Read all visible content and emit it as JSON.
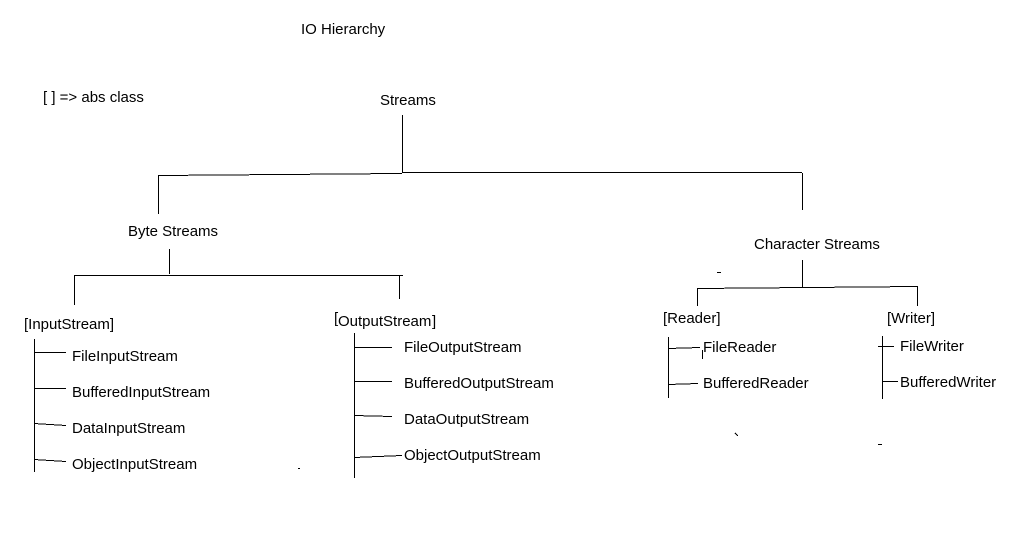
{
  "title": "IO Hierarchy",
  "legend": "[ ] => abs class",
  "root": "Streams",
  "byte_streams": {
    "label": "Byte Streams",
    "input": {
      "label": "[InputStream]",
      "children": [
        "FileInputStream",
        "BufferedInputStream",
        "DataInputStream",
        "ObjectInputStream"
      ]
    },
    "output": {
      "label_bracket": "[",
      "label_text": "OutputStream",
      "label_close": "]",
      "children": [
        "FileOutputStream",
        "BufferedOutputStream",
        "DataOutputStream",
        "ObjectOutputStream"
      ]
    }
  },
  "character_streams": {
    "label": "Character Streams",
    "reader": {
      "label": "[Reader]",
      "children": [
        "FileReader",
        "BufferedReader"
      ]
    },
    "writer": {
      "label": "[Writer]",
      "children": [
        "FileWriter",
        "BufferedWriter"
      ]
    }
  }
}
